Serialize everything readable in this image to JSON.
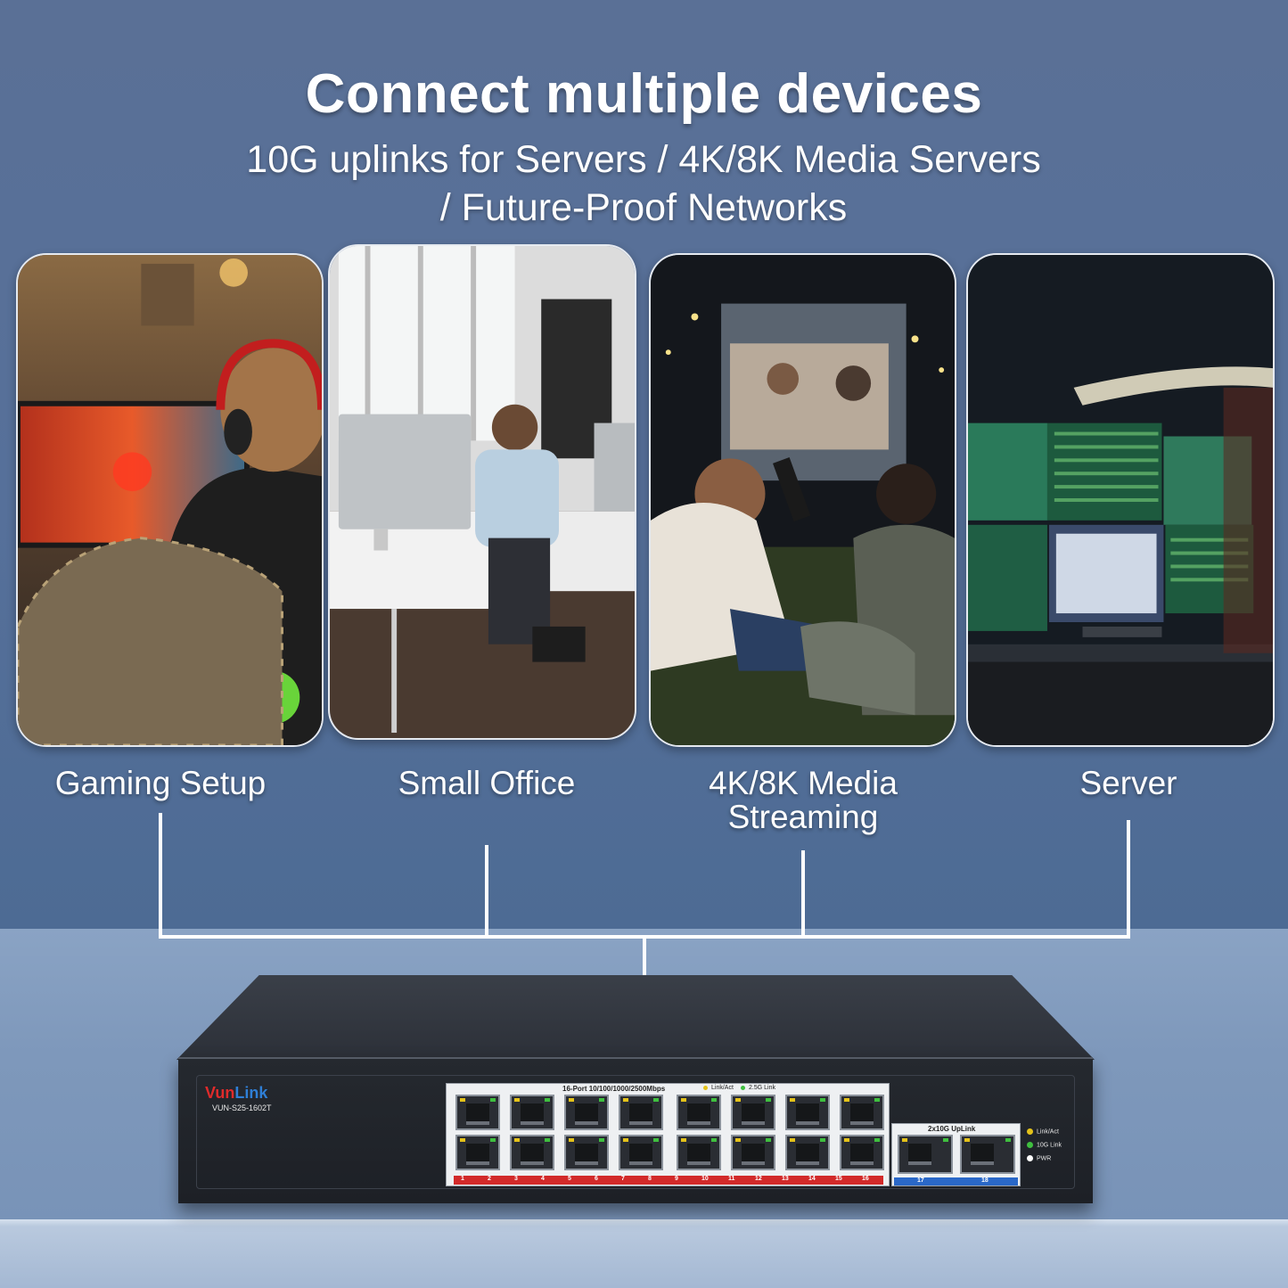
{
  "header": {
    "title": "Connect multiple devices",
    "subtitle_line1": "10G uplinks for Servers / 4K/8K Media Servers",
    "subtitle_line2": "/ Future-Proof Networks"
  },
  "use_cases": [
    {
      "label": "Gaming Setup"
    },
    {
      "label": "Small Office"
    },
    {
      "label_line1": "4K/8K Media",
      "label_line2": "Streaming"
    },
    {
      "label": "Server"
    }
  ],
  "device": {
    "brand_part1": "Vun",
    "brand_part2": "Link",
    "model": "VUN-S25-1602T",
    "port_caption": "16-Port 10/100/1000/2500Mbps",
    "legend_linkact": "Link/Act",
    "legend_25g": "2.5G Link",
    "uplink_caption": "2x10G UpLink",
    "status_linkact": "Link/Act",
    "status_10g": "10G Link",
    "status_pwr": "PWR",
    "port_numbers": [
      "1",
      "2",
      "3",
      "4",
      "5",
      "6",
      "7",
      "8",
      "9",
      "10",
      "11",
      "12",
      "13",
      "14",
      "15",
      "16"
    ],
    "uplink_numbers": [
      "17",
      "18"
    ]
  },
  "colors": {
    "brand_red": "#e02b2b",
    "brand_blue": "#2f7fd6",
    "port_bar_red": "#d22a2a",
    "uplink_bar_blue": "#2a68c8"
  }
}
